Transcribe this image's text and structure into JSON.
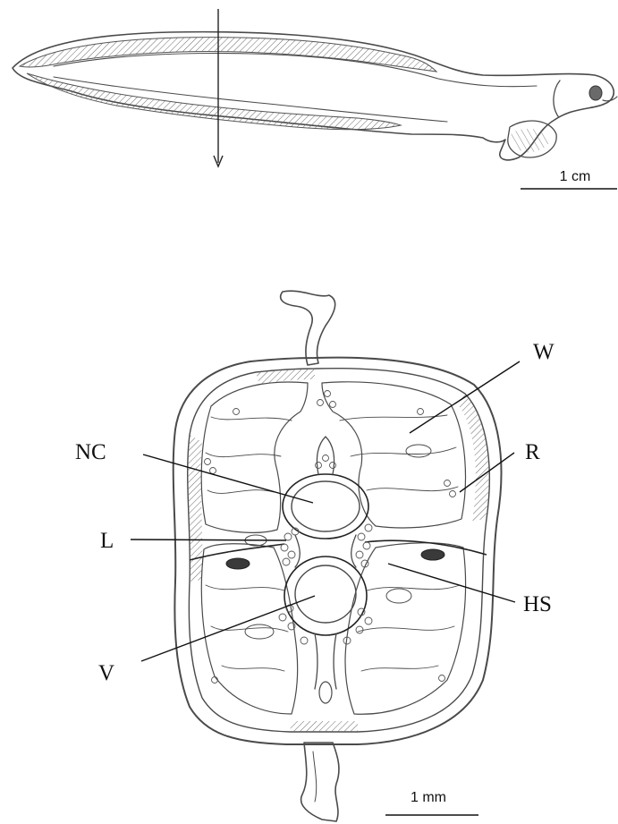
{
  "labels": {
    "w": "W",
    "nc": "NC",
    "r": "R",
    "l": "L",
    "hs": "HS",
    "v": "V"
  },
  "scale_bars": {
    "top": "1 cm",
    "bottom": "1 mm"
  }
}
